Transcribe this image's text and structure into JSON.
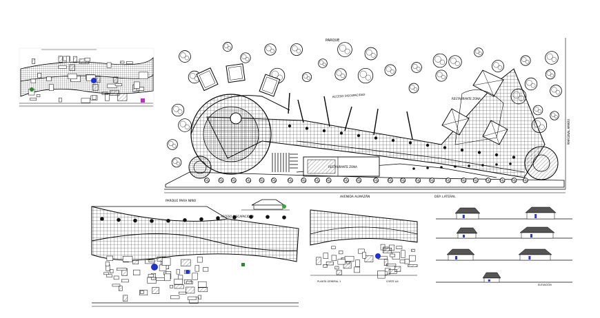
{
  "labels": {
    "top_parque": "PARQUE",
    "right_avenue": "MARGINAL AMARU",
    "avenida": "AVENIDA ALMAZÁN",
    "acceso1": "ACCESO DISCAPACIDAD",
    "restaurant1": "RESTAURANTE ZONA",
    "restaurant2": "RESTAURANTE ZONA",
    "parque_nino": "PARQUE PARA NIÑO",
    "acceso2": "ACCESO DISCAPACIDAD",
    "dep_lateral": "DEP. LATERAL",
    "planta1": "PLANTA GENERAL 1",
    "corte": "CORTE AA",
    "elev": "ELEVACIÓN"
  }
}
